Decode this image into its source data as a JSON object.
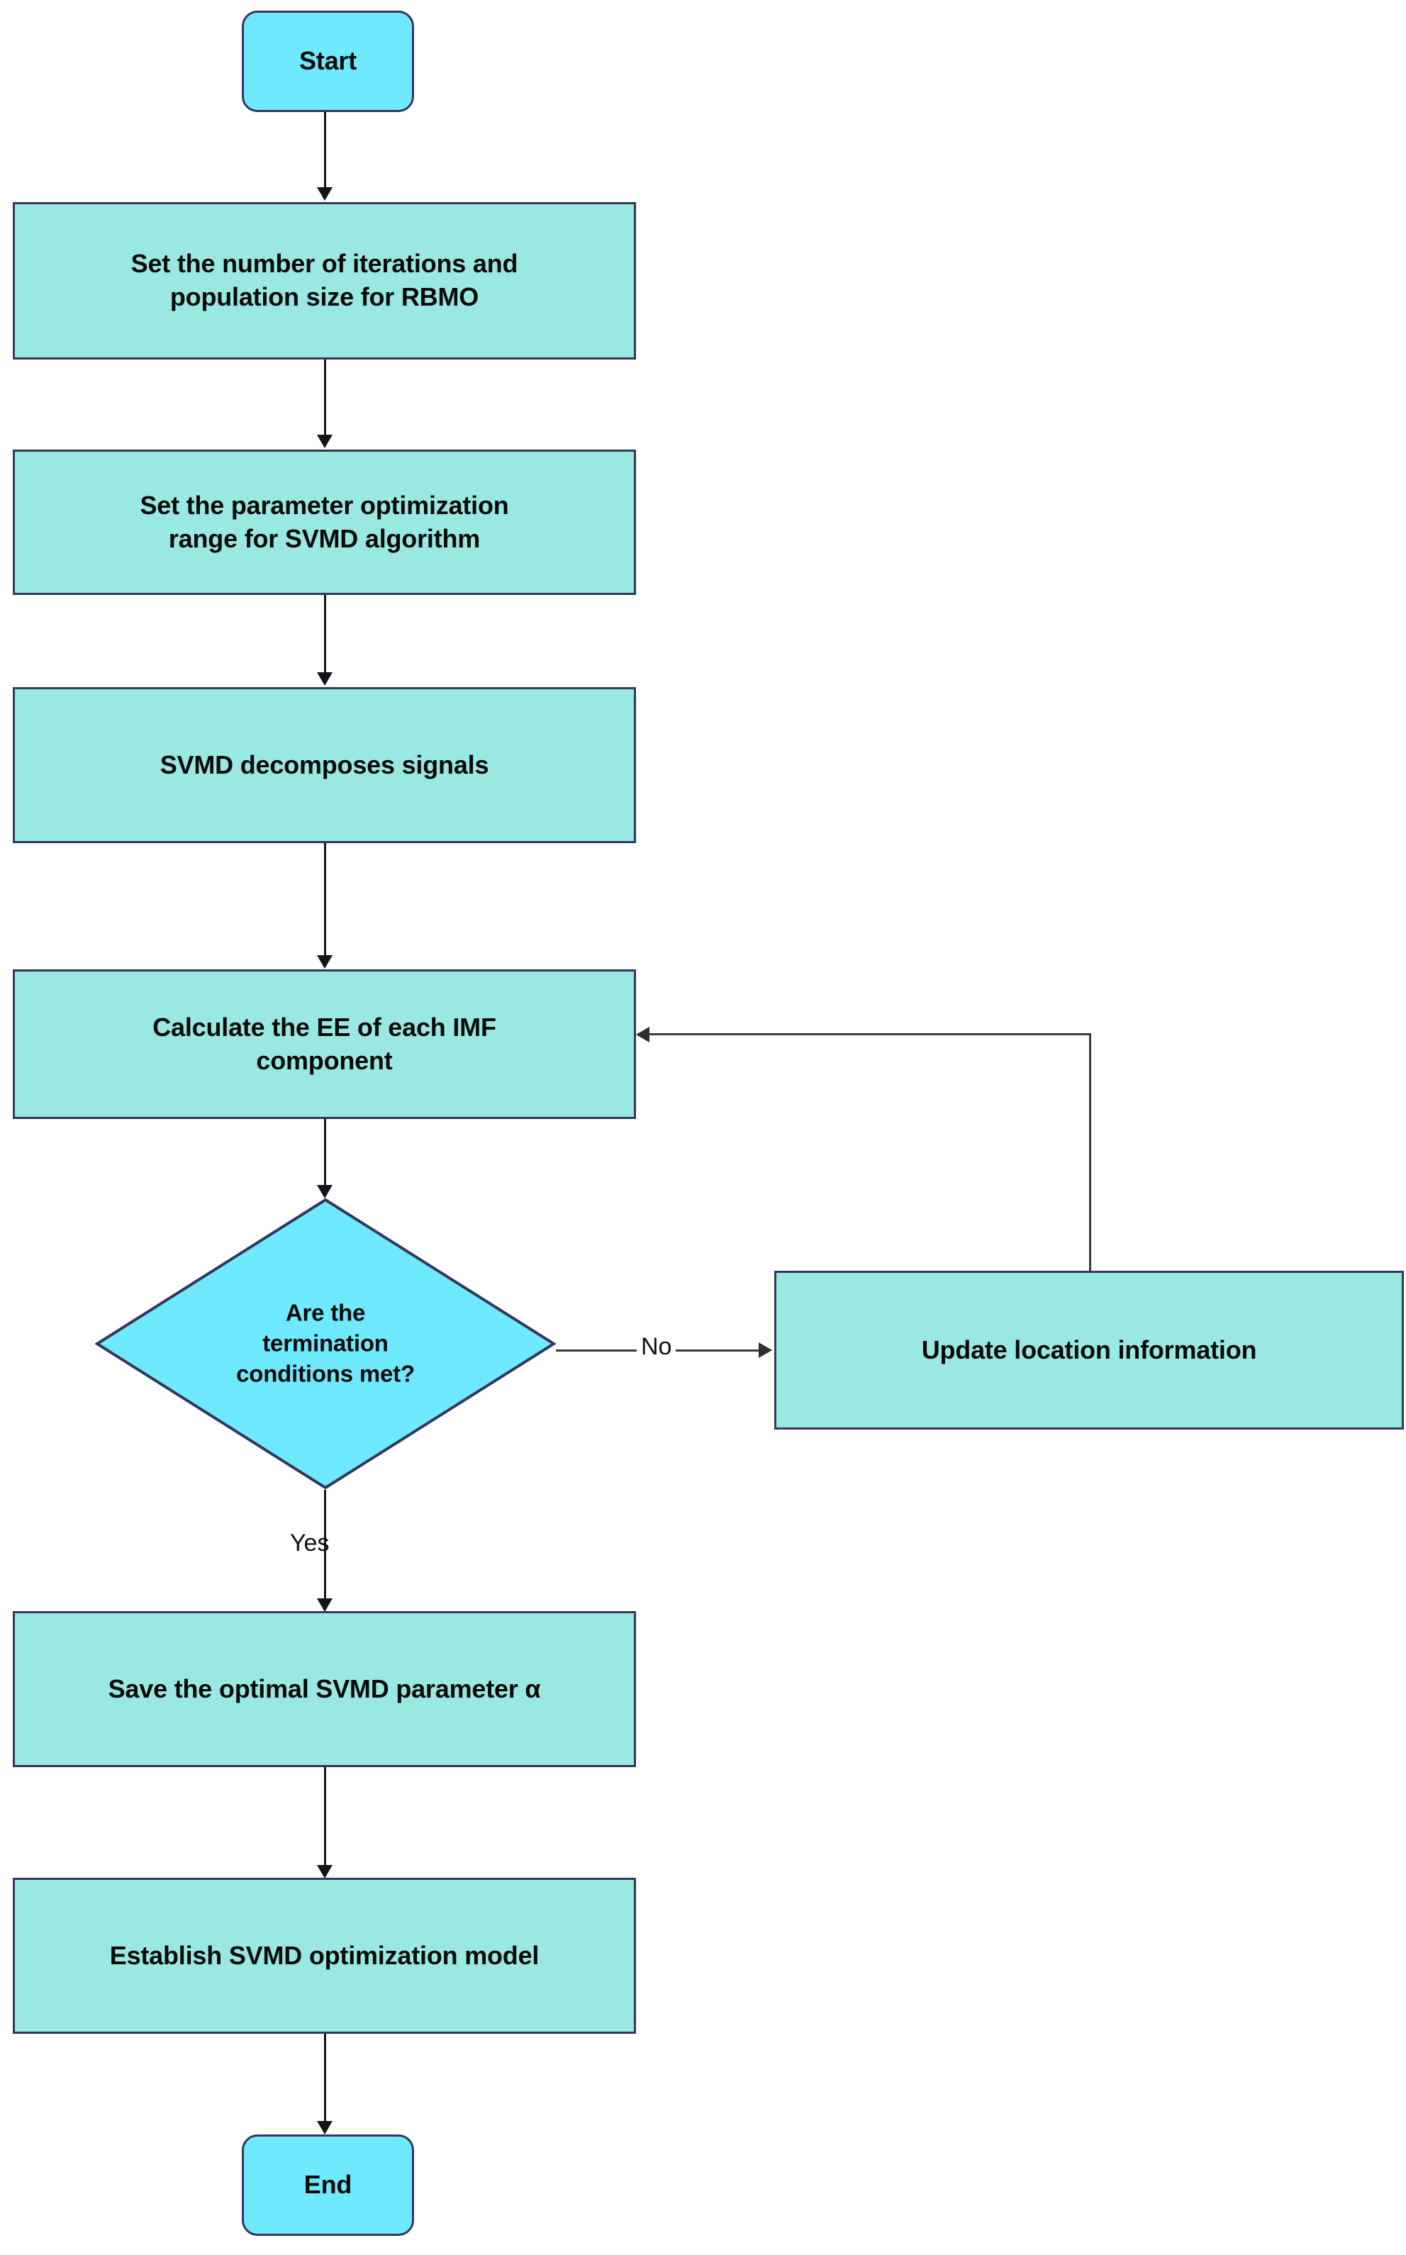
{
  "diagram": {
    "title": "SVMD parameter optimization flowchart",
    "type": "flowchart",
    "colors": {
      "terminator_fill": "#6FE9FD",
      "process_fill": "#9AE8E2",
      "decision_fill": "#6FE9FD",
      "border": "#33375E",
      "connector": "#111418",
      "text": "#0A0A0A",
      "background": "#FFFFFF"
    },
    "nodes": [
      {
        "id": "start",
        "shape": "terminator",
        "label": "Start"
      },
      {
        "id": "set_iter",
        "shape": "process",
        "label": "Set the number of iterations and\npopulation size for RBMO"
      },
      {
        "id": "set_range",
        "shape": "process",
        "label": "Set the parameter optimization\nrange for SVMD algorithm"
      },
      {
        "id": "decompose",
        "shape": "process",
        "label": "SVMD decomposes signals"
      },
      {
        "id": "calc_ee",
        "shape": "process",
        "label": "Calculate the EE of each IMF\ncomponent"
      },
      {
        "id": "decision",
        "shape": "decision",
        "label": "Are the\ntermination\nconditions met?"
      },
      {
        "id": "update",
        "shape": "process",
        "label": "Update location information"
      },
      {
        "id": "save",
        "shape": "process",
        "label": "Save the optimal SVMD parameter α"
      },
      {
        "id": "establish",
        "shape": "process",
        "label": "Establish SVMD optimization model"
      },
      {
        "id": "end",
        "shape": "terminator",
        "label": "End"
      }
    ],
    "edges": [
      {
        "from": "start",
        "to": "set_iter",
        "label": ""
      },
      {
        "from": "set_iter",
        "to": "set_range",
        "label": ""
      },
      {
        "from": "set_range",
        "to": "decompose",
        "label": ""
      },
      {
        "from": "decompose",
        "to": "calc_ee",
        "label": ""
      },
      {
        "from": "calc_ee",
        "to": "decision",
        "label": ""
      },
      {
        "from": "decision",
        "to": "update",
        "label": "No"
      },
      {
        "from": "decision",
        "to": "save",
        "label": "Yes"
      },
      {
        "from": "update",
        "to": "calc_ee",
        "label": ""
      },
      {
        "from": "save",
        "to": "establish",
        "label": ""
      },
      {
        "from": "establish",
        "to": "end",
        "label": ""
      }
    ],
    "edge_labels": {
      "yes": "Yes",
      "no": "No"
    }
  }
}
